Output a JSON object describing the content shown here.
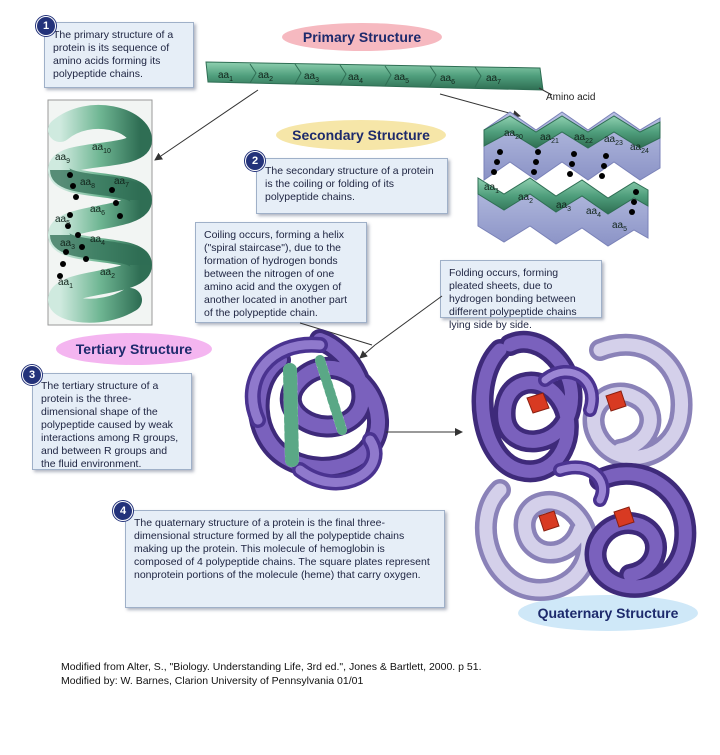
{
  "labels": {
    "primary": "Primary Structure",
    "secondary": "Secondary Structure",
    "tertiary": "Tertiary Structure",
    "quaternary": "Quaternary Structure",
    "amino_acid": "Amino acid"
  },
  "steps": [
    {
      "number": "1",
      "text": "The primary structure of a protein is its sequence of amino acids forming its polypeptide chains."
    },
    {
      "number": "2",
      "text": "The secondary structure of a protein is the coiling or folding of its polypeptide chains."
    },
    {
      "number": "3",
      "text": "The tertiary structure of a protein is the three-dimensional shape of the polypeptide caused by weak interactions among R groups, and between R groups and the fluid environment."
    },
    {
      "number": "4",
      "text": "The quaternary structure of a protein is the final three-dimensional structure formed by all the polypeptide chains making up the protein. This molecule of hemoglobin is composed of 4 polypeptide chains. The square plates represent nonprotein portions of the molecule (heme) that carry oxygen."
    }
  ],
  "notes": {
    "helix": "Coiling occurs, forming a helix (\"spiral staircase\"), due to the formation of hydrogen bonds between the nitrogen of one amino acid and the oxygen of another located in another part of the polypeptide chain.",
    "sheet": "Folding occurs, forming pleated sheets, due to hydrogen bonding between different polypeptide chains lying side by side."
  },
  "chain_labels": [
    "aa1",
    "aa2",
    "aa3",
    "aa4",
    "aa5",
    "aa6",
    "aa7"
  ],
  "helix_labels": [
    "aa9",
    "aa10",
    "aa8",
    "aa7",
    "aa5",
    "aa6",
    "aa3",
    "aa4",
    "aa2",
    "aa1"
  ],
  "sheet_top_labels": [
    "aa20",
    "aa21",
    "aa22",
    "aa23",
    "aa24"
  ],
  "sheet_bottom_labels": [
    "aa1",
    "aa2",
    "aa3",
    "aa4",
    "aa5"
  ],
  "credits": [
    "Modified from Alter, S., \"Biology. Understanding Life, 3rd ed.\", Jones & Bartlett, 2000.  p 51.",
    "Modified by:  W. Barnes,  Clarion University of Pennsylvania  01/01"
  ],
  "colors": {
    "ribbon": "#5aa886",
    "ribbon_dark": "#2f6e54",
    "protein_purple": "#6a52a8",
    "protein_light": "#b9b2d6",
    "heme": "#d83a22",
    "box_bg": "#e6eef7",
    "badge": "#23327a"
  }
}
